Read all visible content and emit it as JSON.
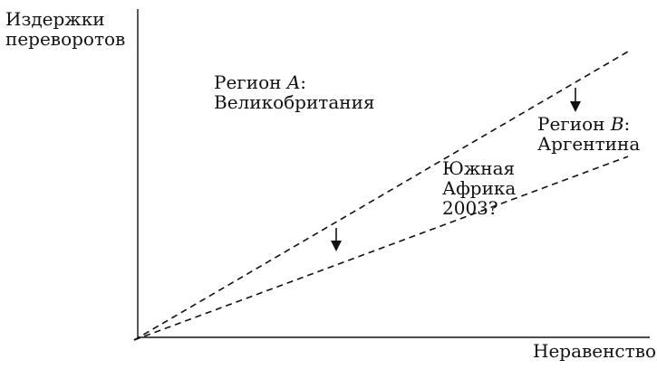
{
  "axes": {
    "y_label": [
      "Издержки",
      "переворотов"
    ],
    "x_label": "Неравенство"
  },
  "labels": {
    "region_a": {
      "prefix": "Регион ",
      "letter": "A",
      "suffix": ":",
      "name": "Великобритания"
    },
    "region_b": {
      "prefix": "Регион ",
      "letter": "B",
      "suffix": ":",
      "name": "Аргентина"
    },
    "south_africa": [
      "Южная",
      "Африка",
      "2003?"
    ]
  },
  "colors": {
    "stroke": "#111111"
  }
}
